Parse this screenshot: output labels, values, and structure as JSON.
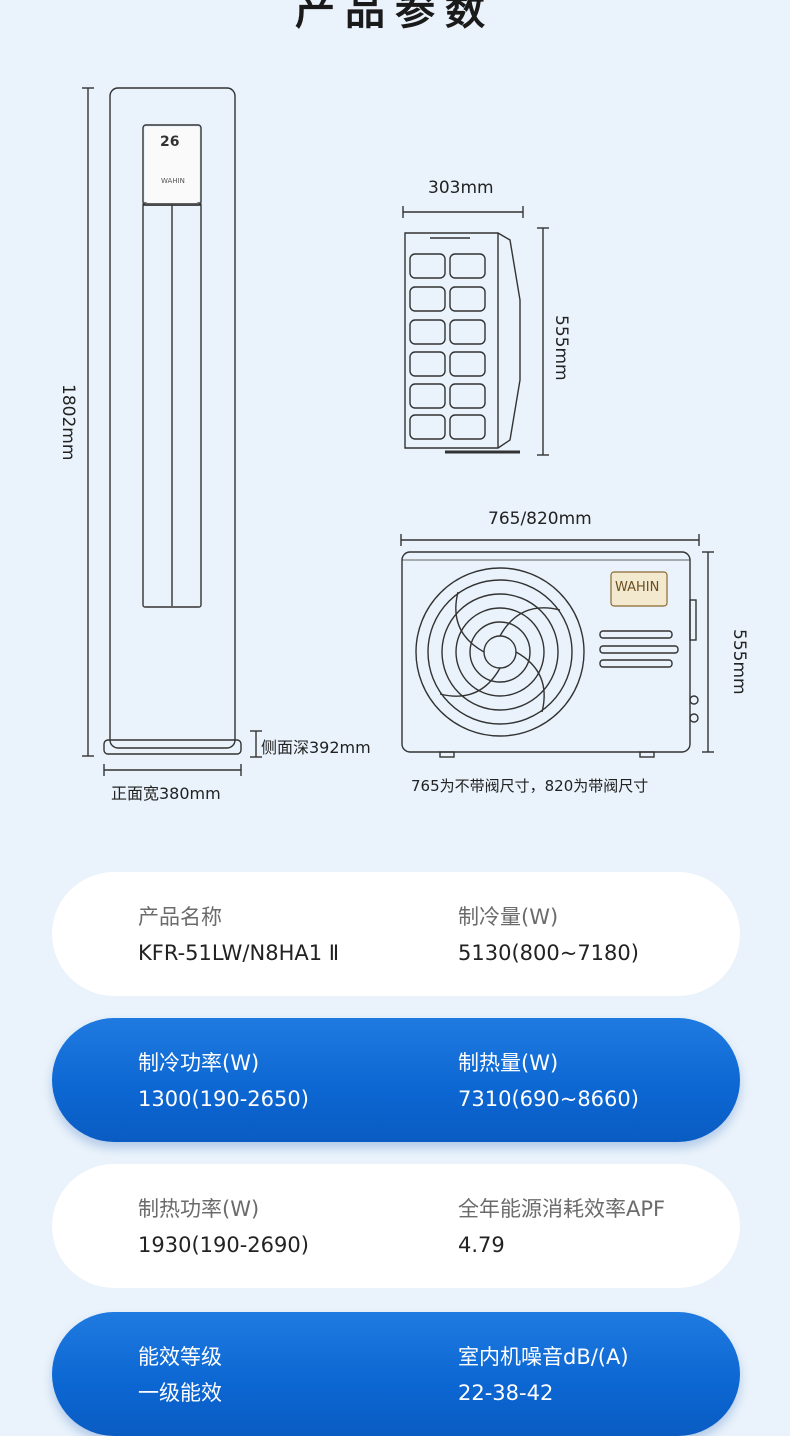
{
  "header": {
    "title": "产品参数"
  },
  "dimensions": {
    "indoor_height": "1802mm",
    "indoor_width": "正面宽380mm",
    "indoor_depth": "侧面深392mm",
    "side_width": "303mm",
    "side_height": "555mm",
    "outdoor_width": "765/820mm",
    "outdoor_height": "555mm",
    "outdoor_note": "765为不带阀尺寸，820为带阀尺寸",
    "brand": "WAHIN",
    "display_temp": "26"
  },
  "specs": [
    {
      "style": "white",
      "left": {
        "label": "产品名称",
        "value": "KFR-51LW/N8HA1 Ⅱ"
      },
      "right": {
        "label": "制冷量(W)",
        "value": "5130(800~7180)"
      }
    },
    {
      "style": "blue",
      "left": {
        "label": "制冷功率(W)",
        "value": "1300(190-2650)"
      },
      "right": {
        "label": "制热量(W)",
        "value": "7310(690~8660)"
      }
    },
    {
      "style": "white",
      "left": {
        "label": "制热功率(W)",
        "value": "1930(190-2690)"
      },
      "right": {
        "label": "全年能源消耗效率APF",
        "value": "4.79"
      }
    },
    {
      "style": "blue",
      "left": {
        "label": "能效等级",
        "value": "一级能效"
      },
      "right": {
        "label": "室内机噪音dB/(A)",
        "value": "22-38-42"
      }
    }
  ],
  "colors": {
    "background": "#eaf3fb",
    "accent_blue": "#0c66d2",
    "line": "#333333"
  }
}
